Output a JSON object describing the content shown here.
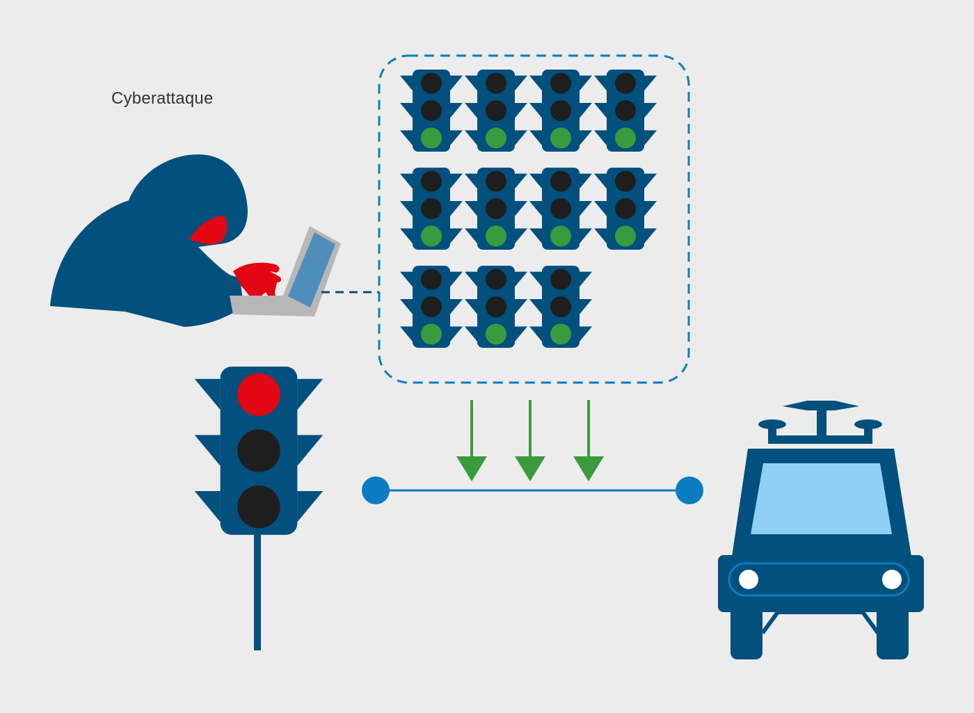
{
  "caption": "Cyberattaque",
  "colors": {
    "background": "#ececec",
    "navy": "#02507e",
    "light_blue": "#0a7cc1",
    "dark_lamp": "#1e1e1e",
    "red_lamp": "#e30613",
    "green_lamp": "#3a9b3e",
    "arrow_green": "#3a9b3e",
    "hacker_red": "#e30613",
    "laptop_screen": "#4f8dbb",
    "laptop_body": "#b7b7b7",
    "windshield": "#8fd0f4"
  },
  "icons": {
    "attacker": "hooded-hacker-icon",
    "laptop": "laptop-icon",
    "real_light": "traffic-light-red-icon",
    "fake_light": "traffic-light-green-icon",
    "vehicle": "autonomous-vehicle-icon"
  },
  "fake_light_grid": [
    4,
    4,
    3
  ],
  "real_light_state": "red",
  "fake_light_state": "green",
  "injection_arrow_count": 3
}
